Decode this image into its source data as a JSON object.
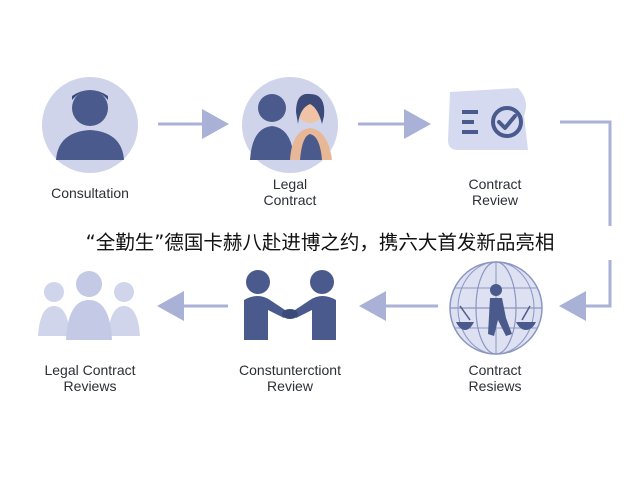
{
  "colors": {
    "accent": "#4a5a8c",
    "light_circle": "#cfd4ea",
    "arrow": "#a9b2d6"
  },
  "nodes": [
    {
      "label": "Consultation",
      "icon": "person-icon"
    },
    {
      "label": "Legal\nContract",
      "icon": "couple-icon"
    },
    {
      "label": "Contract\nReview",
      "icon": "document-check-icon"
    },
    {
      "label": "Contract\nResiews",
      "icon": "justice-globe-icon"
    },
    {
      "label": "Constunterctiont\nReview",
      "icon": "handshake-icon"
    },
    {
      "label": "Legal Contract\nReviews",
      "icon": "group-icon"
    }
  ],
  "banner": "“全勤生”德国卡赫八赴进博之约，携六大首发新品亮相"
}
